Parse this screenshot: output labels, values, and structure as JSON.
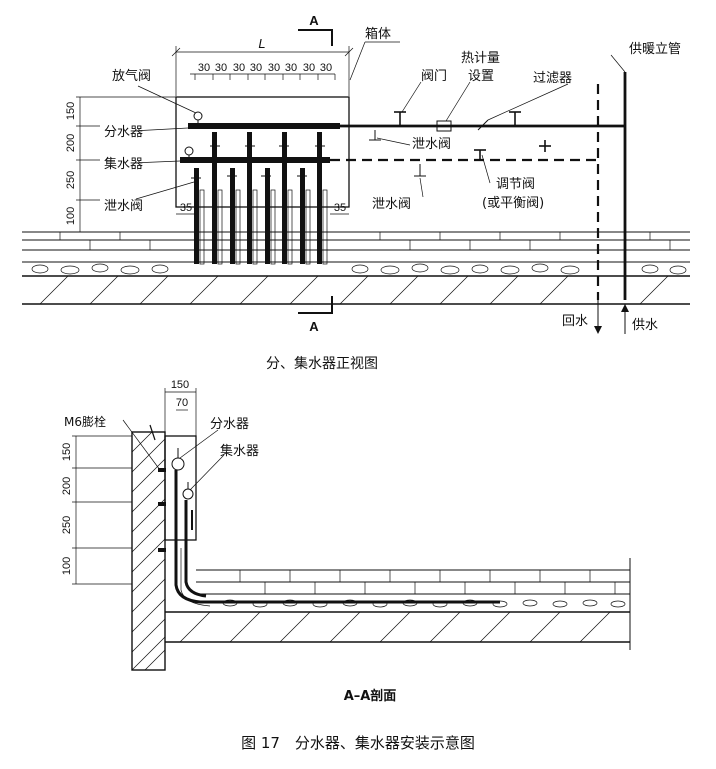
{
  "front_view": {
    "caption": "分、集水器正视图",
    "section_marker": "A",
    "box_width_symbol": "L",
    "spacing_dims": [
      "30",
      "30",
      "30",
      "30",
      "30",
      "30",
      "30",
      "30"
    ],
    "left_edge_dim": "35",
    "right_edge_dim": "35",
    "height_dims": [
      "150",
      "200",
      "250",
      "100"
    ],
    "labels": {
      "air_valve": "放气阀",
      "box": "箱体",
      "distributor": "分水器",
      "collector": "集水器",
      "drain_valve_left": "泄水阀",
      "valve": "阀门",
      "heat_meter_line1": "热计量",
      "heat_meter_line2": "设置",
      "filter": "过滤器",
      "riser": "供暖立管",
      "drain_valve_upper": "泄水阀",
      "drain_valve_lower": "泄水阀",
      "regulating_valve": "调节阀",
      "balance_valve": "(或平衡阀)",
      "return_water": "回水",
      "supply_water": "供水"
    }
  },
  "section_view": {
    "caption": "A–A剖面",
    "top_dims": [
      "150",
      "70"
    ],
    "height_dims": [
      "150",
      "200",
      "250",
      "100"
    ],
    "labels": {
      "anchor_bolt": "M6膨栓",
      "distributor": "分水器",
      "collector": "集水器"
    }
  },
  "figure_caption": "图 17　分水器、集水器安装示意图"
}
